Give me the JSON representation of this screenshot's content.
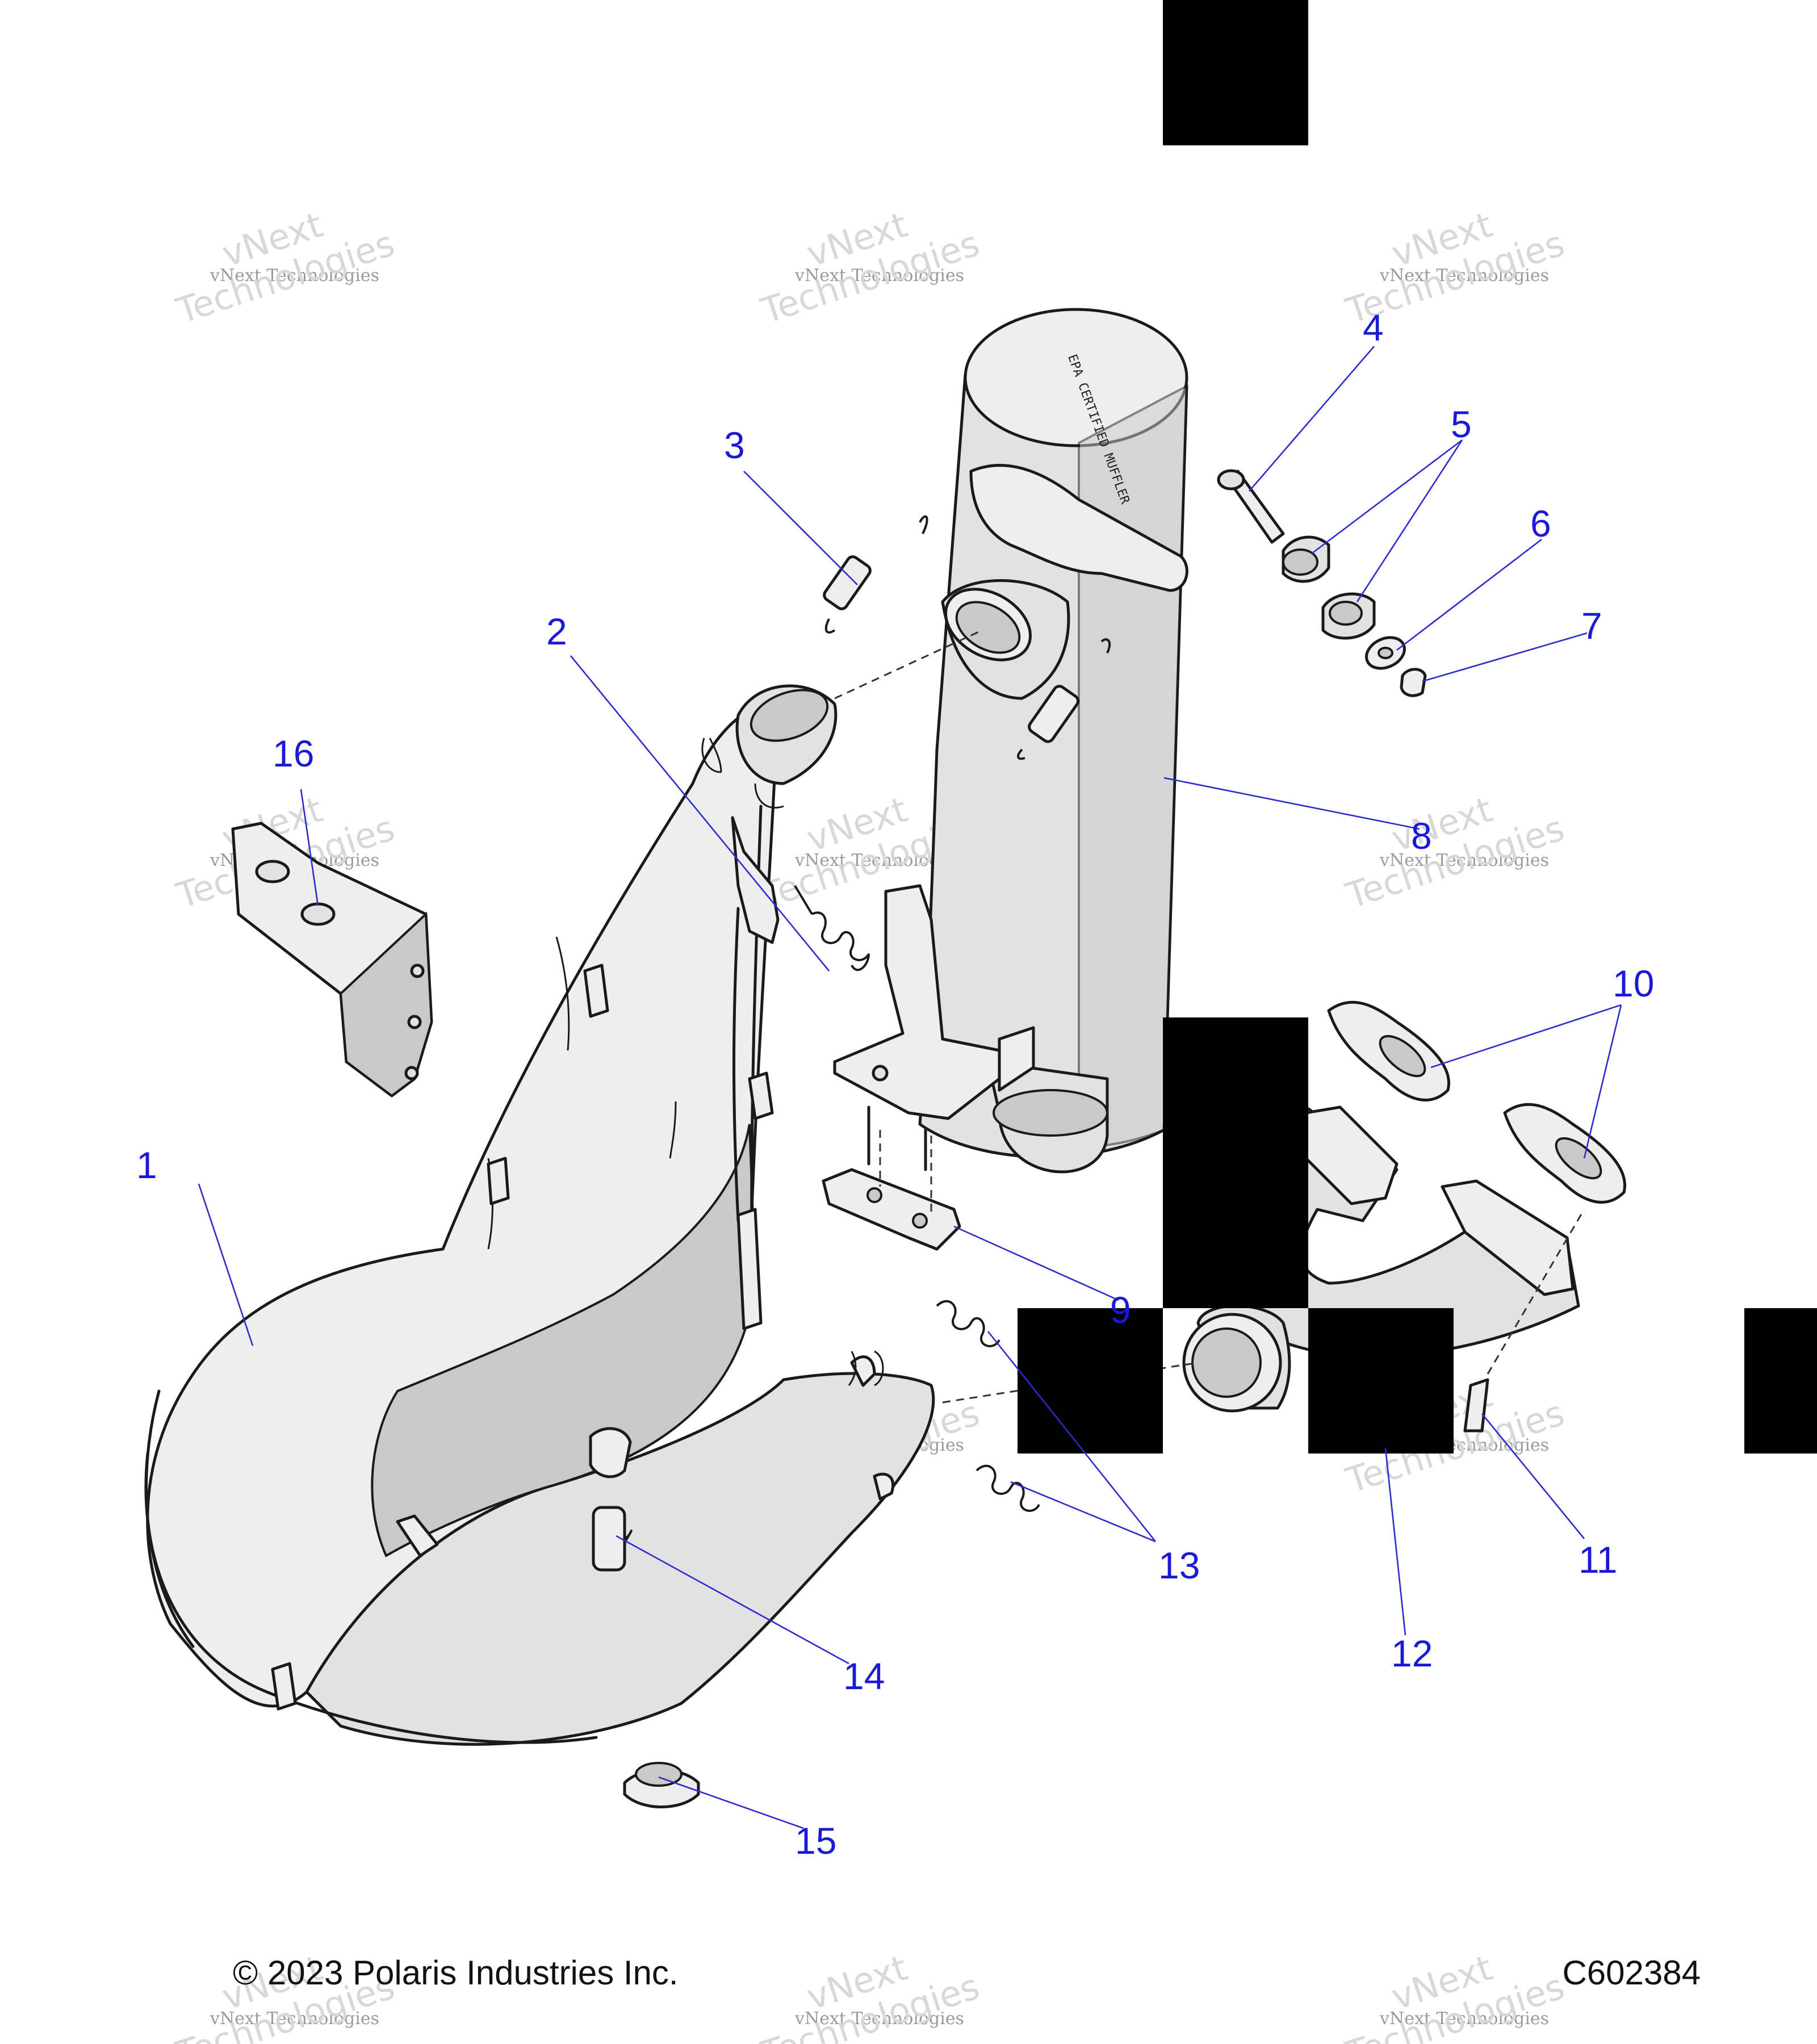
{
  "diagram": {
    "copyright": "© 2023 Polaris Industries Inc.",
    "figure_code": "C602384",
    "muffler_stamp": "EPA CERTIFIED MUFFLER",
    "watermark": {
      "line1": "vNext",
      "line2": "vNext Technologies",
      "line3": "Technologies"
    },
    "callouts": [
      {
        "id": "1",
        "label": "1"
      },
      {
        "id": "2",
        "label": "2"
      },
      {
        "id": "3",
        "label": "3"
      },
      {
        "id": "4",
        "label": "4"
      },
      {
        "id": "5",
        "label": "5"
      },
      {
        "id": "6",
        "label": "6"
      },
      {
        "id": "7",
        "label": "7"
      },
      {
        "id": "8",
        "label": "8"
      },
      {
        "id": "9",
        "label": "9"
      },
      {
        "id": "10",
        "label": "10"
      },
      {
        "id": "11",
        "label": "11"
      },
      {
        "id": "12",
        "label": "12"
      },
      {
        "id": "13",
        "label": "13"
      },
      {
        "id": "14",
        "label": "14"
      },
      {
        "id": "15",
        "label": "15"
      },
      {
        "id": "16",
        "label": "16"
      }
    ]
  }
}
